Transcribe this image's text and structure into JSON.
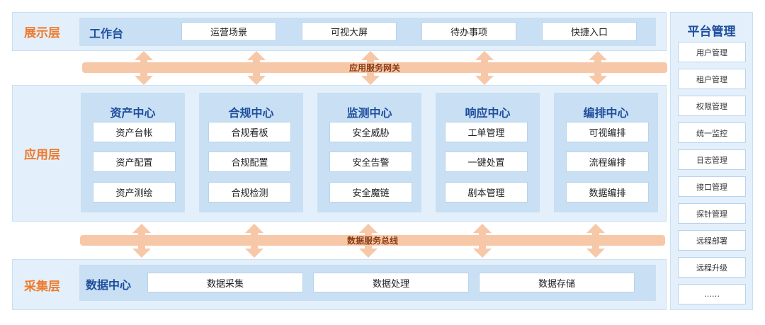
{
  "presentation": {
    "label": "展示层",
    "title": "工作台",
    "items": [
      "运营场景",
      "可视大屏",
      "待办事项",
      "快捷入口"
    ]
  },
  "app_gateway": {
    "label": "应用服务网关"
  },
  "application": {
    "label": "应用层",
    "centers": [
      {
        "title": "资产中心",
        "items": [
          "资产台帐",
          "资产配置",
          "资产测绘"
        ]
      },
      {
        "title": "合规中心",
        "items": [
          "合规看板",
          "合规配置",
          "合规检测"
        ]
      },
      {
        "title": "监测中心",
        "items": [
          "安全威胁",
          "安全告警",
          "安全魔链"
        ]
      },
      {
        "title": "响应中心",
        "items": [
          "工单管理",
          "一键处置",
          "剧本管理"
        ]
      },
      {
        "title": "编排中心",
        "items": [
          "可视编排",
          "流程编排",
          "数据编排"
        ]
      }
    ]
  },
  "data_bus": {
    "label": "数据服务总线"
  },
  "collection": {
    "label": "采集层",
    "title": "数据中心",
    "items": [
      "数据采集",
      "数据处理",
      "数据存储"
    ]
  },
  "platform": {
    "title": "平台管理",
    "items": [
      "用户管理",
      "租户管理",
      "权限管理",
      "统一监控",
      "日志管理",
      "接口管理",
      "探针管理",
      "远程部署",
      "远程升级",
      "……"
    ]
  },
  "colors": {
    "accent_orange": "#f07a2b",
    "title_blue": "#1f4e9c",
    "bus": "#f7c8a8",
    "panel": "#e3f0fb"
  }
}
